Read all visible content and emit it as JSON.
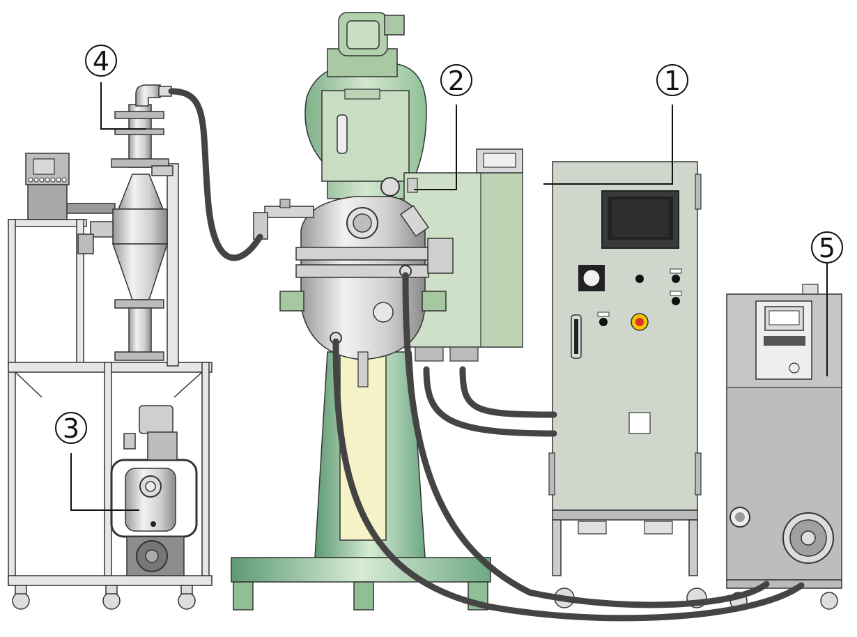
{
  "callouts": [
    {
      "id": "1",
      "label": "1"
    },
    {
      "id": "2",
      "label": "2"
    },
    {
      "id": "3",
      "label": "3"
    },
    {
      "id": "4",
      "label": "4"
    },
    {
      "id": "5",
      "label": "5"
    }
  ],
  "colors": {
    "green_body": "#c9ddc2",
    "green_dark": "#9fbf98",
    "steel": "#c8c8c8",
    "steel_dark": "#8e8e8e",
    "hose": "#444444",
    "cabinet": "#cfd6cc",
    "chiller": "#c6c6c6",
    "emergency_red": "#e0302a",
    "emergency_yellow": "#f2c500"
  }
}
